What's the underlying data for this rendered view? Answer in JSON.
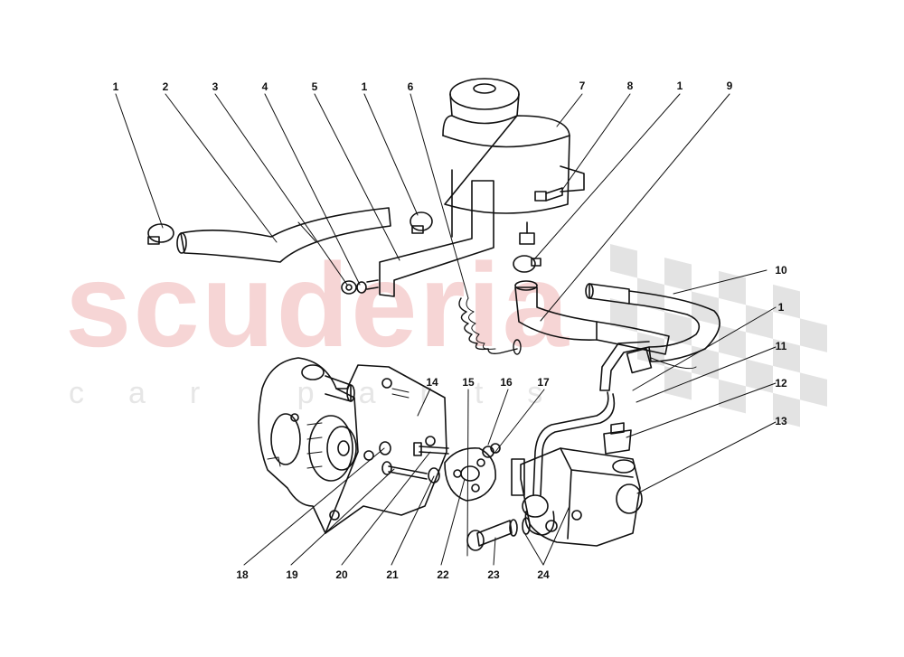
{
  "watermark": {
    "brand": "scuderia",
    "sub": "car parts"
  },
  "callouts": [
    "1",
    "2",
    "3",
    "4",
    "5",
    "1",
    "6",
    "7",
    "8",
    "1",
    "9",
    "10",
    "1",
    "11",
    "12",
    "13",
    "14",
    "15",
    "16",
    "17",
    "18",
    "19",
    "20",
    "21",
    "22",
    "23",
    "24"
  ],
  "colors": {
    "line": "#111111",
    "watermark": "#f6d5d5",
    "checker": "#dcdcdc"
  }
}
